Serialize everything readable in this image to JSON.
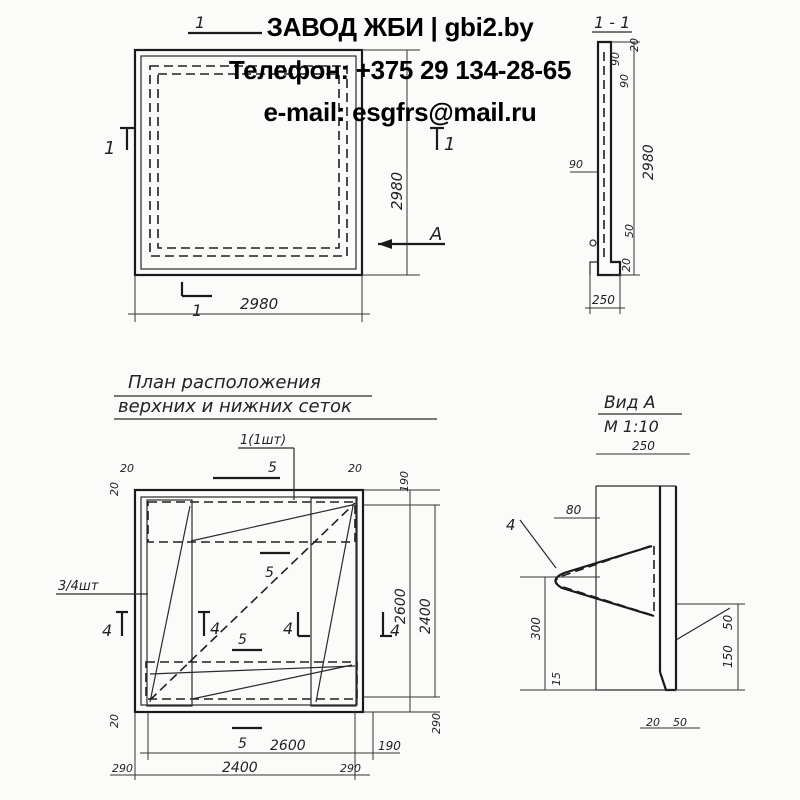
{
  "header": {
    "title": "ЗАВОД ЖБИ | gbi2.by",
    "phone": "Телефон: +375 29 134-28-65",
    "email": "e-mail: esgfrs@mail.ru"
  },
  "top_plan": {
    "section_mark_top": "1",
    "section_mark_left": "1",
    "section_mark_right": "1",
    "section_mark_bottom": "1",
    "view_mark": "A",
    "dim_height": "2980",
    "dim_width": "2980"
  },
  "section_view": {
    "title": "1 - 1",
    "dim_top_a": "20",
    "dim_top_b": "90",
    "dim_top_c": "90",
    "dim_mid": "90",
    "dim_height": "2980",
    "dim_low": "50",
    "dim_bottom": "20",
    "dim_thickness": "250"
  },
  "mesh_plan": {
    "title_line1": "План расположения",
    "title_line2": "верхних и нижних сеток",
    "callout": "1(1шт)",
    "callout_left": "3/4шт",
    "mark_5": "5",
    "mark_4": "4",
    "dim_20": "20",
    "dim_190": "190",
    "dim_2600": "2600",
    "dim_2400": "2400",
    "dim_290": "290"
  },
  "detail_view": {
    "title": "Вид А",
    "scale": "М 1:10",
    "dim_250": "250",
    "dim_80": "80",
    "dim_300": "300",
    "dim_15": "15",
    "dim_50": "50",
    "dim_150": "150",
    "dim_20": "20",
    "dim_50b": "50",
    "leader_mark": "4"
  }
}
